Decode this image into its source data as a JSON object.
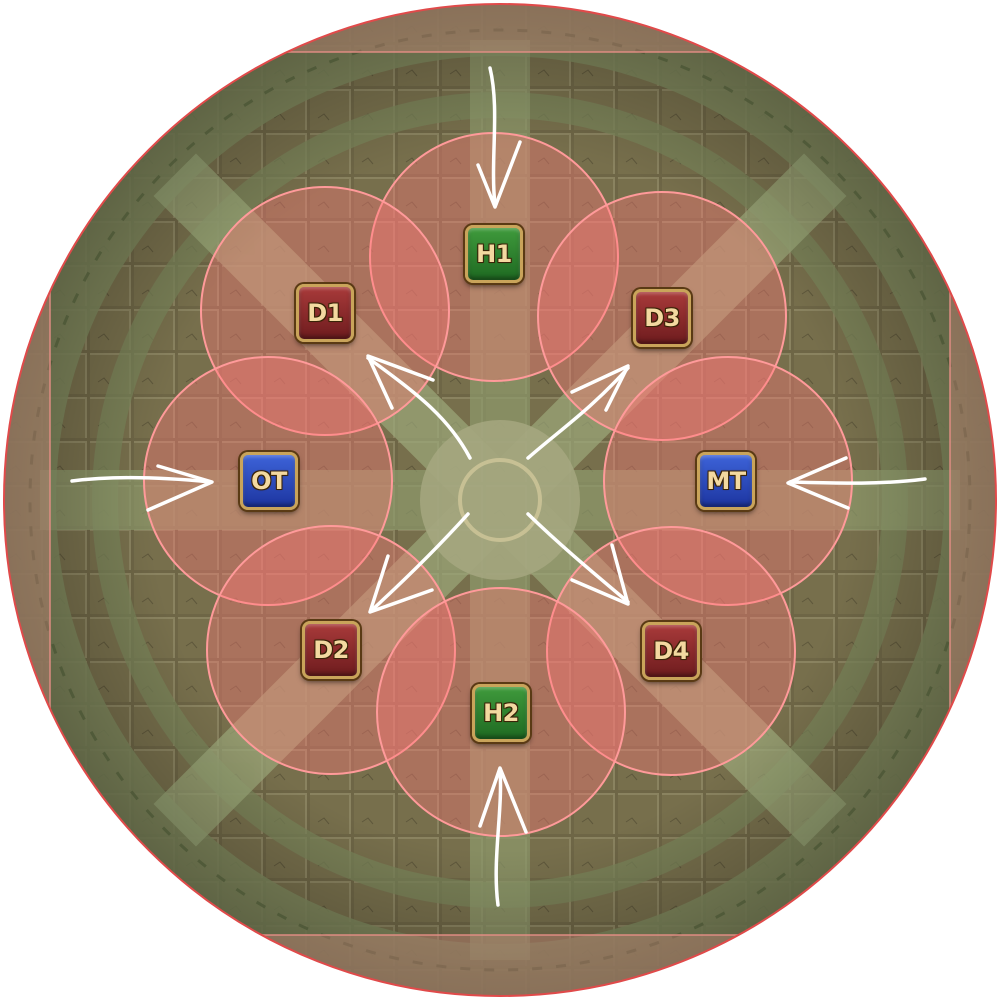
{
  "arena": {
    "floor_color": "#6f6748",
    "stone_color": "#7d7652",
    "border_tint": "#d98a80",
    "aoe_color": "#ff7a7a",
    "arrow_color": "#ffffff",
    "icons": [
      "stone-arena-floor",
      "cross-floor-pattern",
      "aoe-circle",
      "movement-arrow"
    ]
  },
  "colors": {
    "healer": "#2f8a2f",
    "dps": "#8e2a2c",
    "tank": "#2a4fc8",
    "frame": "#c9a45a"
  },
  "markers": [
    {
      "key": "h1",
      "label": "H1",
      "role": "healer"
    },
    {
      "key": "d1",
      "label": "D1",
      "role": "dps"
    },
    {
      "key": "d3",
      "label": "D3",
      "role": "dps"
    },
    {
      "key": "ot",
      "label": "OT",
      "role": "tank"
    },
    {
      "key": "mt",
      "label": "MT",
      "role": "tank"
    },
    {
      "key": "d2",
      "label": "D2",
      "role": "dps"
    },
    {
      "key": "d4",
      "label": "D4",
      "role": "dps"
    },
    {
      "key": "h2",
      "label": "H2",
      "role": "healer"
    }
  ]
}
